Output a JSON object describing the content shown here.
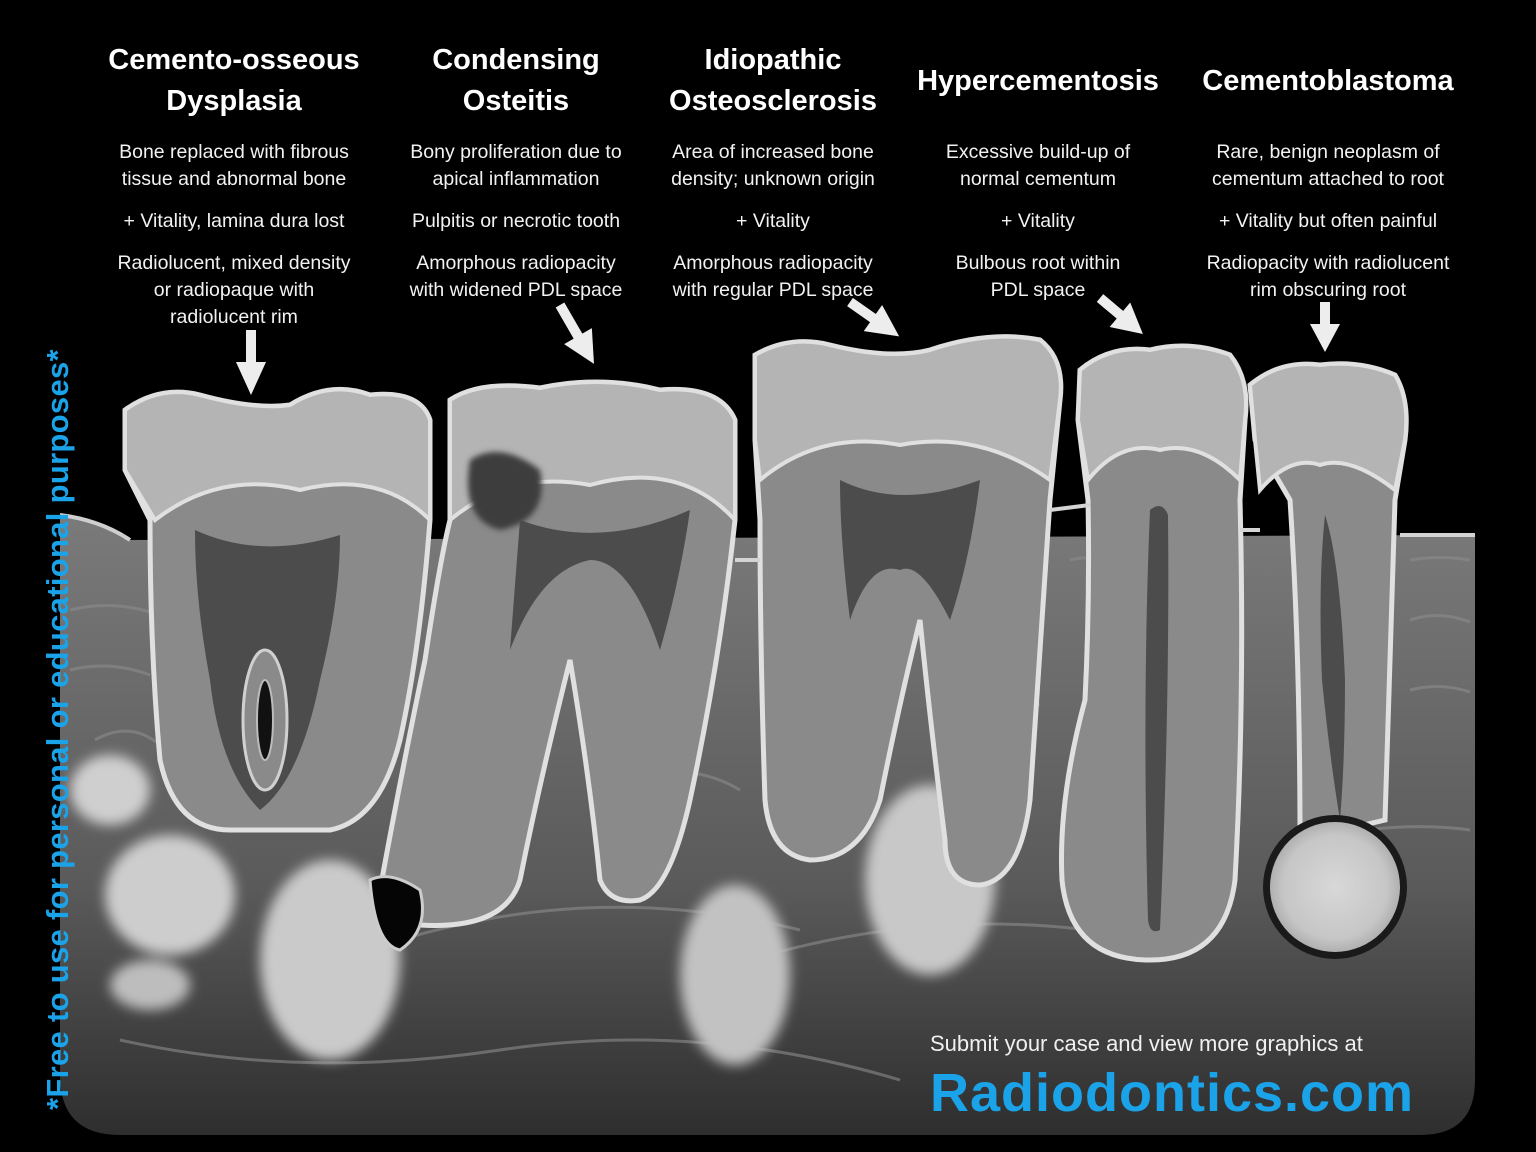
{
  "columns": [
    {
      "title": "Cemento-osseous Dysplasia",
      "title_lines": [
        "Cemento-osseous",
        "Dysplasia"
      ],
      "definition": [
        "Bone replaced with fibrous",
        "tissue and abnormal bone"
      ],
      "vitality": "+ Vitality, lamina dura lost",
      "radiographic": [
        "Radiolucent, mixed density",
        "or radiopaque with",
        "radiolucent rim"
      ],
      "arrow": "arrow-down"
    },
    {
      "title": "Condensing Osteitis",
      "title_lines": [
        "Condensing",
        "Osteitis"
      ],
      "definition": [
        "Bony proliferation due to",
        "apical inflammation"
      ],
      "vitality": "Pulpitis or necrotic tooth",
      "radiographic": [
        "Amorphous radiopacity",
        "with widened PDL space"
      ],
      "arrow": "arrow-down-right"
    },
    {
      "title": "Idiopathic Osteosclerosis",
      "title_lines": [
        "Idiopathic",
        "Osteosclerosis"
      ],
      "definition": [
        "Area of increased bone",
        "density; unknown origin"
      ],
      "vitality": "+ Vitality",
      "radiographic": [
        "Amorphous radiopacity",
        "with regular PDL space"
      ],
      "arrow": "arrow-down-right"
    },
    {
      "title": "Hypercementosis",
      "title_lines": [
        "Hypercementosis"
      ],
      "definition": [
        "Excessive build-up of",
        "normal cementum"
      ],
      "vitality": "+ Vitality",
      "radiographic": [
        "Bulbous root within",
        "PDL space"
      ],
      "arrow": "arrow-down-right"
    },
    {
      "title": "Cementoblastoma",
      "title_lines": [
        "Cementoblastoma"
      ],
      "definition": [
        "Rare, benign neoplasm of",
        "cementum attached to root"
      ],
      "vitality": "+ Vitality but often painful",
      "radiographic": [
        "Radiopacity with radiolucent",
        "rim obscuring root"
      ],
      "arrow": "arrow-down"
    }
  ],
  "side_note": "*Free to use for personal or educational purposes*",
  "footer": {
    "submit_text": "Submit your case and view more graphics at",
    "brand": "Radiodontics.com"
  },
  "colors": {
    "background": "#000000",
    "bone": "#6e6e6e",
    "tooth_enamel": "#b4b4b4",
    "dentin": "#8a8a8a",
    "pulp": "#4a4a4a",
    "outline": "#e6e6e6",
    "brand_blue": "#1aa3e8"
  }
}
